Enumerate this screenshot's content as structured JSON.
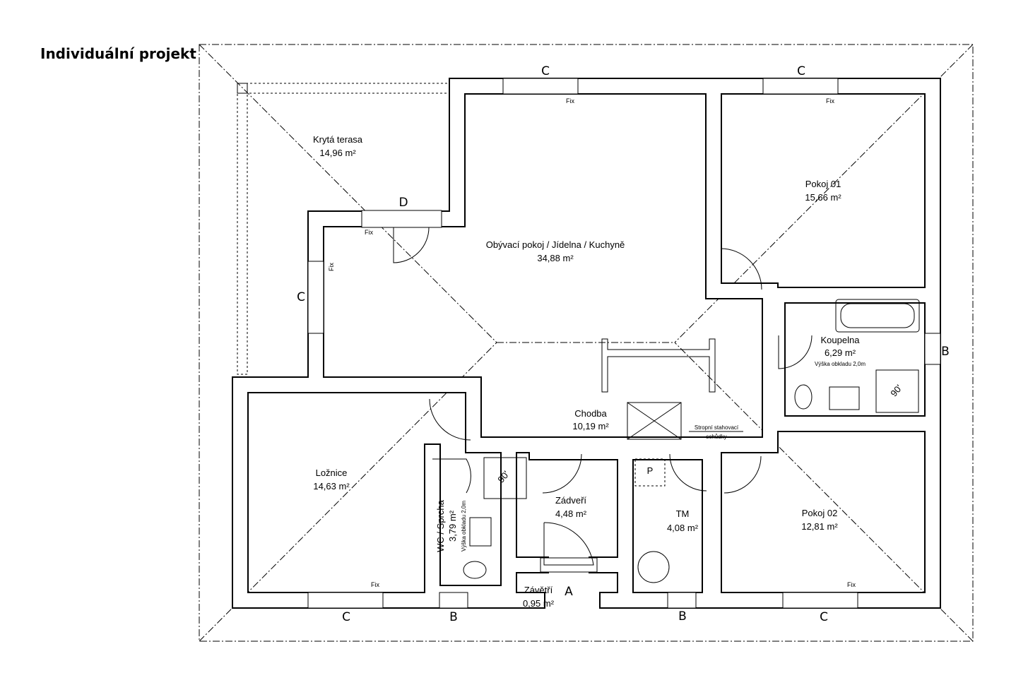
{
  "header": {
    "title": "Individuální projekt"
  },
  "rooms": [
    {
      "name": "Krytá terasa",
      "area": "14,96 m²"
    },
    {
      "name": "Obývací pokoj / Jídelna / Kuchyně",
      "area": "34,88 m²"
    },
    {
      "name": "Pokoj 01",
      "area": "15,66 m²"
    },
    {
      "name": "Koupelna",
      "area": "6,29 m²",
      "note": "Výška obkladu 2,0m"
    },
    {
      "name": "Chodba",
      "area": "10,19 m²"
    },
    {
      "name": "Ložnice",
      "area": "14,63 m²"
    },
    {
      "name": "WC / Sprcha",
      "area": "3,79 m²",
      "note": "Výška obkladu 2,0m"
    },
    {
      "name": "Zádveří",
      "area": "4,48 m²"
    },
    {
      "name": "TM",
      "area": "4,08 m²"
    },
    {
      "name": "Pokoj 02",
      "area": "12,81 m²"
    },
    {
      "name": "Závětří",
      "area": "0,95 m²"
    }
  ],
  "annotations": {
    "ladder": "Stropní stahovací",
    "ladder2": "schůdky",
    "fix": "Fix",
    "shower_angle": "90'",
    "p": "P"
  },
  "windows": {
    "c": "C",
    "b": "B",
    "a": "A",
    "d": "D"
  }
}
